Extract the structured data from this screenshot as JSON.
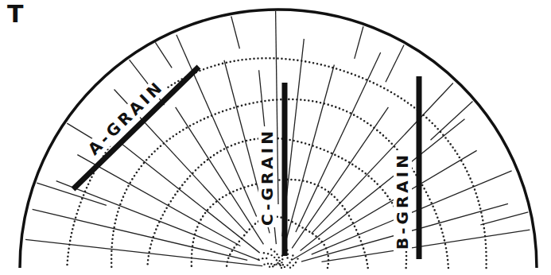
{
  "diagram": {
    "labels": [
      "T",
      "A-GRAIN",
      "C-GRAIN",
      "B-GRAIN"
    ]
  }
}
